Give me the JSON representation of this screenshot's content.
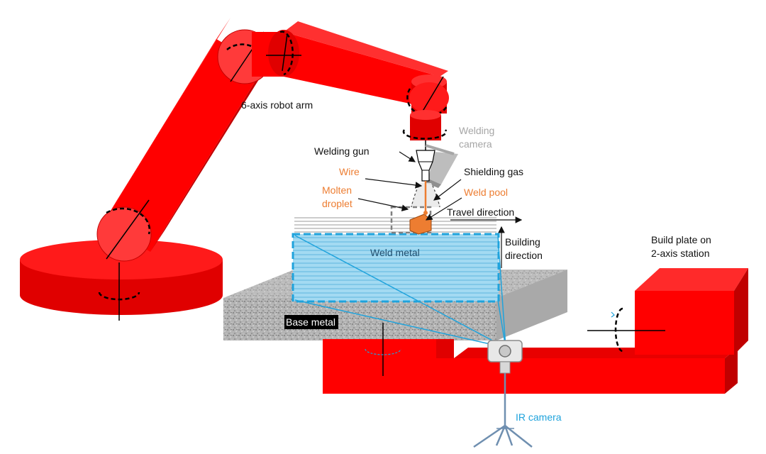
{
  "labels": {
    "robot_arm": "6-axis robot arm",
    "welding_camera_1": "Welding",
    "welding_camera_2": "camera",
    "welding_gun": "Welding gun",
    "wire": "Wire",
    "shielding_gas": "Shielding gas",
    "molten_droplet_1": "Molten",
    "molten_droplet_2": "droplet",
    "weld_pool": "Weld pool",
    "travel_direction": "Travel direction",
    "building_direction_1": "Building",
    "building_direction_2": "direction",
    "weld_metal": "Weld metal",
    "build_plate_1": "Build plate on",
    "build_plate_2": "2-axis station",
    "base_metal": "Base metal",
    "ir_camera": "IR camera"
  },
  "colors": {
    "robot_red": "#FF0000",
    "robot_red_dark": "#C00000",
    "wire_orange": "#ED7D31",
    "ir_blue": "#1FA3DC",
    "weld_metal_fill": "#9DD7F0",
    "base_metal_grey": "#A9A9A9",
    "welding_camera_grey": "#A6A6A6"
  }
}
